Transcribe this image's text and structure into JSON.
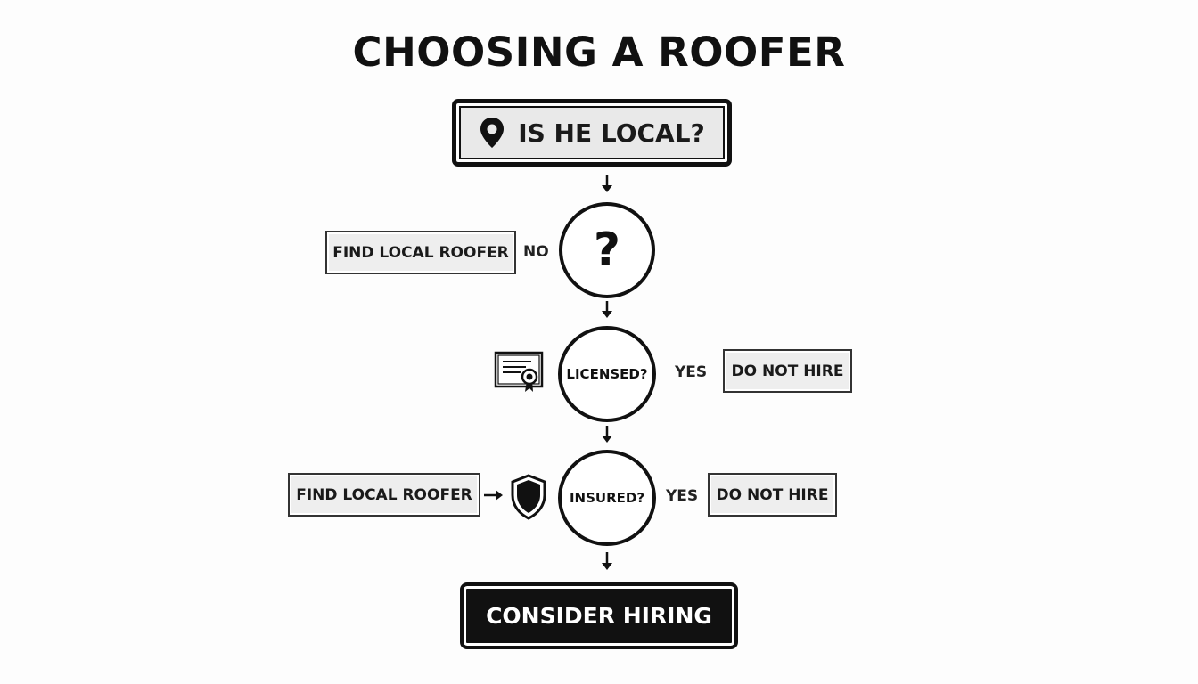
{
  "title": "CHOOSING A ROOFER",
  "start": {
    "label": "IS HE LOCAL?",
    "icon": "location-pin-icon"
  },
  "decision_local": {
    "symbol": "?"
  },
  "local_no": {
    "edge_label": "NO",
    "box_label": "FIND LOCAL ROOFER"
  },
  "decision_licensed": {
    "label": "LICENSED?",
    "icon": "certificate-icon"
  },
  "licensed_yes": {
    "edge_label": "YES",
    "box_label": "DO NOT HIRE"
  },
  "decision_insured": {
    "label": "INSURED?",
    "icon": "shield-icon"
  },
  "insured_left": {
    "box_label": "FIND LOCAL ROOFER"
  },
  "insured_yes": {
    "edge_label": "YES",
    "box_label": "DO NOT HIRE"
  },
  "end": {
    "label": "CONSIDER HIRING"
  }
}
